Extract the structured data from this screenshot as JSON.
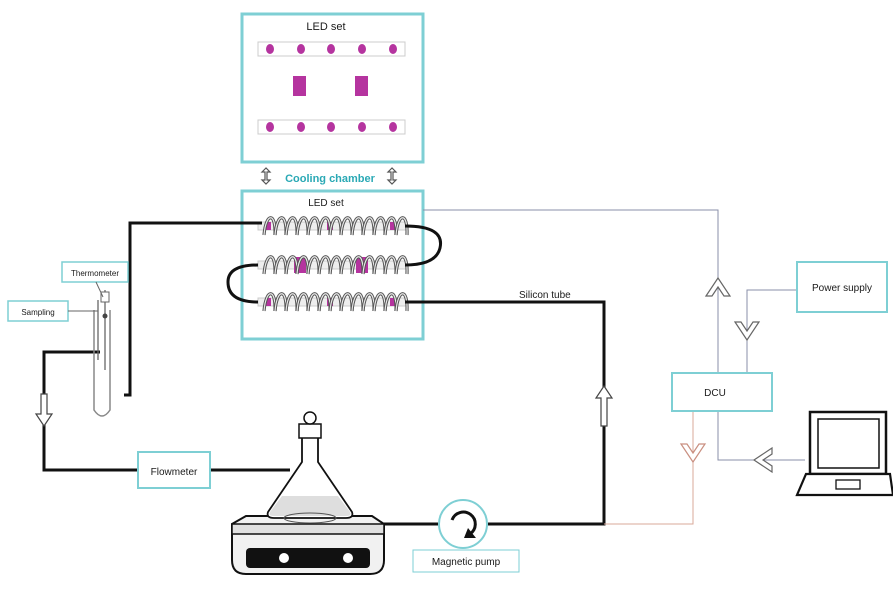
{
  "labels": {
    "led_set_top": "LED set",
    "cooling_chamber": "Cooling chamber",
    "led_set_coil": "LED set",
    "thermometer": "Thermometer",
    "sampling": "Sampling",
    "silicon_tube": "Silicon tube",
    "power_supply": "Power supply",
    "dcu": "DCU",
    "flowmeter": "Flowmeter",
    "magnetic_pump": "Magnetic pump"
  },
  "colors": {
    "box_border": "#7ecfd4",
    "led": "#b5349f",
    "cooling_text": "#2aa9b5",
    "tube": "#111111",
    "signal_line": "#8a8fa8",
    "heat_line": "#d9a89a"
  }
}
